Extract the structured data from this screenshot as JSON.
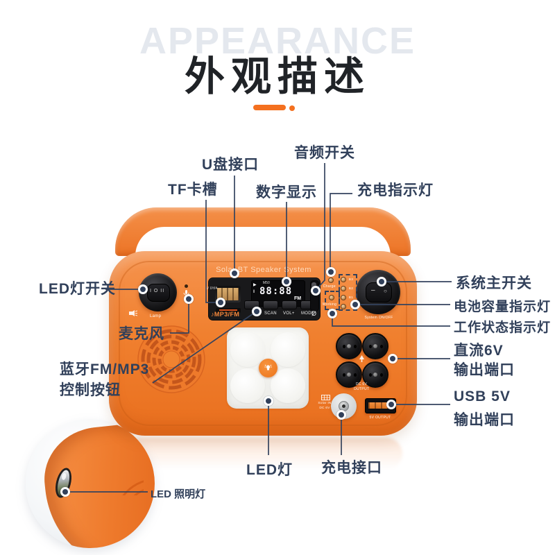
{
  "header": {
    "background_word": "APPEARANCE",
    "title": "外观描述"
  },
  "callouts": {
    "audio_switch": "音频开关",
    "usb_port": "U盘接口",
    "tf_slot": "TF卡槽",
    "digital_display": "数字显示",
    "charge_indicator": "充电指示灯",
    "led_switch": "LED灯开关",
    "microphone": "麦克风",
    "bt_controls_line1": "蓝牙FM/MP3",
    "bt_controls_line2": "控制按钮",
    "system_switch": "系统主开关",
    "battery_indicator": "电池容量指示灯",
    "working_indicator": "工作状态指示灯",
    "dc_out_line1": "直流6V",
    "dc_out_line2": "输出端口",
    "usb_out_line1": "USB 5V",
    "usb_out_line2": "输出端口",
    "led_light": "LED灯",
    "charge_port": "充电接口",
    "led_torch": "LED 照明灯"
  },
  "device": {
    "brand_text": "Solar BT Speaker System",
    "u_disk_label": "U Disk",
    "note_glyph": "♪",
    "mp3_label": "MP3/FM",
    "buttons": [
      "SCAN",
      "VOL+",
      "MODE"
    ],
    "power_glyph": "Ø",
    "display": {
      "digits": "88:88",
      "play": "▶",
      "pause": "‖",
      "m50": "M50",
      "fm": "FM"
    },
    "charge_led_label": "Charge",
    "working_led_label": "Working",
    "battery_led_labels": [
      "B3",
      "B2",
      "B1"
    ],
    "system_label": "System ON/OFF",
    "lamp_label": "Lamp",
    "lamp_switch_marks": "I O II",
    "system_switch_dash": "–",
    "system_switch_circle": "○",
    "dc_output_label_1": "DC 6V",
    "dc_output_label_2": "OUTPUT",
    "solar_in_1": "Solar IN",
    "solar_in_2": "DC 6V",
    "usb_out_label": "5V OUTPUT"
  },
  "colors": {
    "accent_orange": "#EE7A2C",
    "underline_orange": "#F4701F",
    "label_navy": "#31405A",
    "title_black": "#202327",
    "ghost_gray": "#E4E8EE"
  }
}
